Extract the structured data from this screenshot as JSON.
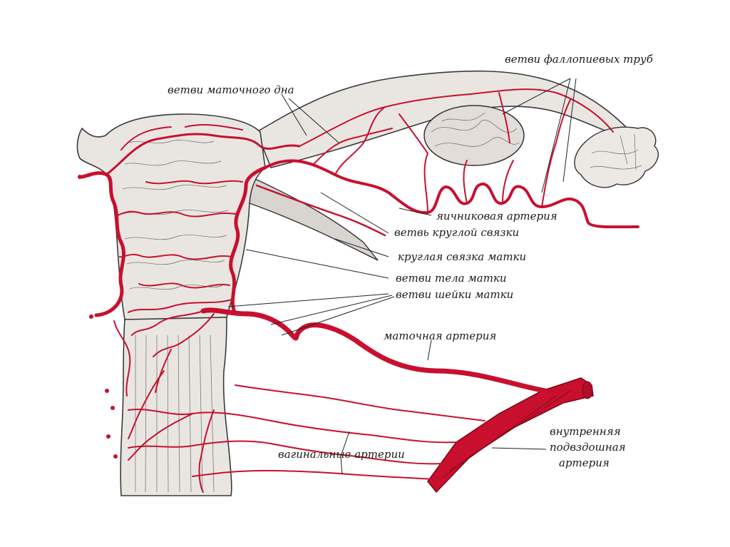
{
  "labels": {
    "fundus_branches": "ветви маточного дна",
    "tube_branches": "ветви фаллопиевых труб",
    "ovarian_artery": "яичниковая артерия",
    "round_lig_branch": "ветвь круглой связки",
    "round_ligament": "круглая связка матки",
    "body_branches": "ветви тела матки",
    "cervix_branches": "ветви шейки матки",
    "uterine_artery": "маточная артерия",
    "internal_iliac_1": "внутренняя",
    "internal_iliac_2": "подвздошная",
    "internal_iliac_3": "артерия",
    "vaginal_arteries": "вагинальные артерии"
  },
  "colors": {
    "artery": "#c8102e",
    "artery_dark": "#9e0b22",
    "tissue": "#e9e6e2",
    "ink": "#1a1a1a"
  }
}
